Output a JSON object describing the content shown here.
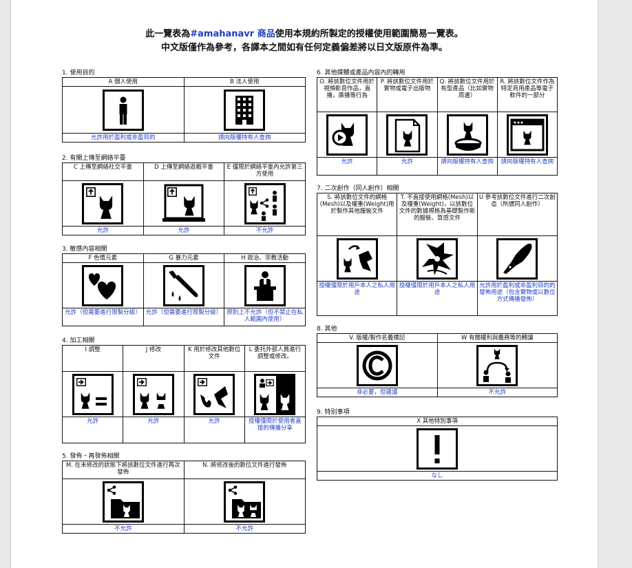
{
  "header": {
    "line1_pre": "此一覽表為",
    "brand": "#amahanavr 商品",
    "line1_post": "使用本規約所製定的授權使用範圍簡易一覽表。",
    "line2": "中文版僅作為參考，各譯本之間如有任何定義偏差將以日文版原件為準。"
  },
  "sections": {
    "s1": {
      "title": "1. 使用目的",
      "cols": [
        {
          "label": "A 個人使用",
          "icon": "person-icon",
          "result": "允許用於盈利或非盈目的"
        },
        {
          "label": "B 法人使用",
          "icon": "building-icon",
          "result": "請向版權持有人查詢"
        }
      ]
    },
    "s2": {
      "title": "2. 有關上傳至網絡平臺",
      "cols": [
        {
          "label": "C 上傳至網絡社交平臺",
          "icon": "upload-avatar-icon",
          "result": "允許"
        },
        {
          "label": "D 上傳至網絡遊戲平臺",
          "icon": "upload-game-icon",
          "result": "允許"
        },
        {
          "label": "E 僅限於網絡平臺內允許第三方使用",
          "icon": "share-third-party-icon",
          "result": "不允許"
        }
      ]
    },
    "s3": {
      "title": "3. 敏感內容相關",
      "cols": [
        {
          "label": "F 色情元素",
          "icon": "hearts-icon",
          "result": "允許（但需要進行限製分級）"
        },
        {
          "label": "G 暴力元素",
          "icon": "knife-icon",
          "result": "允許（但需要進行限製分級）"
        },
        {
          "label": "H 政治、宗教活動",
          "icon": "podium-icon",
          "result": "原則上不允許（但不禁止在私人範圍內使用）"
        }
      ]
    },
    "s4": {
      "title": "4. 加工相關",
      "cols": [
        {
          "label": "I 調整",
          "icon": "adjust-icon",
          "result": "允許"
        },
        {
          "label": "J 修改",
          "icon": "modify-icon",
          "result": "允許"
        },
        {
          "label": "K 用於修改其他數位文件",
          "icon": "parts-icon",
          "result": "允許"
        },
        {
          "label": "L 委托外部人員進行調整或修改。",
          "icon": "outsource-icon",
          "result": "授權僅限於使用者直接的傳播分享"
        }
      ]
    },
    "s5": {
      "title": "5. 發佈・再發佈相關",
      "cols": [
        {
          "label": "M. 在未修改的狀態下將該數位文件進行再次發佈",
          "icon": "share-folder-icon",
          "result": "不允許"
        },
        {
          "label": "N. 將修改後的數位文件進行發佈",
          "icon": "share-modified-icon",
          "result": "不允許"
        }
      ]
    },
    "s6": {
      "title": "6. 其他媒體或產品內容內的轉用",
      "cols": [
        {
          "label": "O. 將該數位文件用於視頻影音作品，直播，廣播等行為",
          "icon": "video-icon",
          "result": "允許"
        },
        {
          "label": "P. 將該數位文件用於實物或電子出版物",
          "icon": "publication-icon",
          "result": "允許"
        },
        {
          "label": "Q. 將該數位文件用於有型產品（比如實物周邊）",
          "icon": "figure-icon",
          "result": "請向版權持有人查詢"
        },
        {
          "label": "R. 將該數位文件作為特定商用產品等電子軟件的一部分",
          "icon": "software-icon",
          "result": "請向版權持有人查詢"
        }
      ]
    },
    "s7": {
      "title": "7. 二次創作（同人創作）相關",
      "cols": [
        {
          "label": "S. 將該數位文件的網格(Mesh)以及權重(Weight)用於製作其他服裝文件",
          "icon": "mesh-clothes-icon",
          "result": "授權僅限於用戶本人之私人用途"
        },
        {
          "label": "T. 不直接使用網格(Mesh)以及權重(Weight)，以該數位文件的數據規格為基礎製作新的服裝、質感文件",
          "icon": "texture-icon",
          "result": "授權僅限於用戶本人之私人用途"
        },
        {
          "label": "U 參考該數位文件進行二次創造（所謂同人創作）",
          "icon": "pen-icon",
          "result": "允許用於盈利或非盈利目的的發佈用途（包含實物或以數位方式傳播發佈）"
        }
      ]
    },
    "s8": {
      "title": "8. 其他",
      "cols": [
        {
          "label": "V. 版權/製作名義標記",
          "icon": "copyright-icon",
          "result": "非必要，但建議"
        },
        {
          "label": "W 有關權利與義務等的轉讓",
          "icon": "transfer-icon",
          "result": "不允許"
        }
      ]
    },
    "s9": {
      "title": "9. 特別事項",
      "cols": [
        {
          "label": "X 其他特別事項",
          "icon": "exclamation-icon",
          "result": "なし"
        }
      ]
    }
  }
}
